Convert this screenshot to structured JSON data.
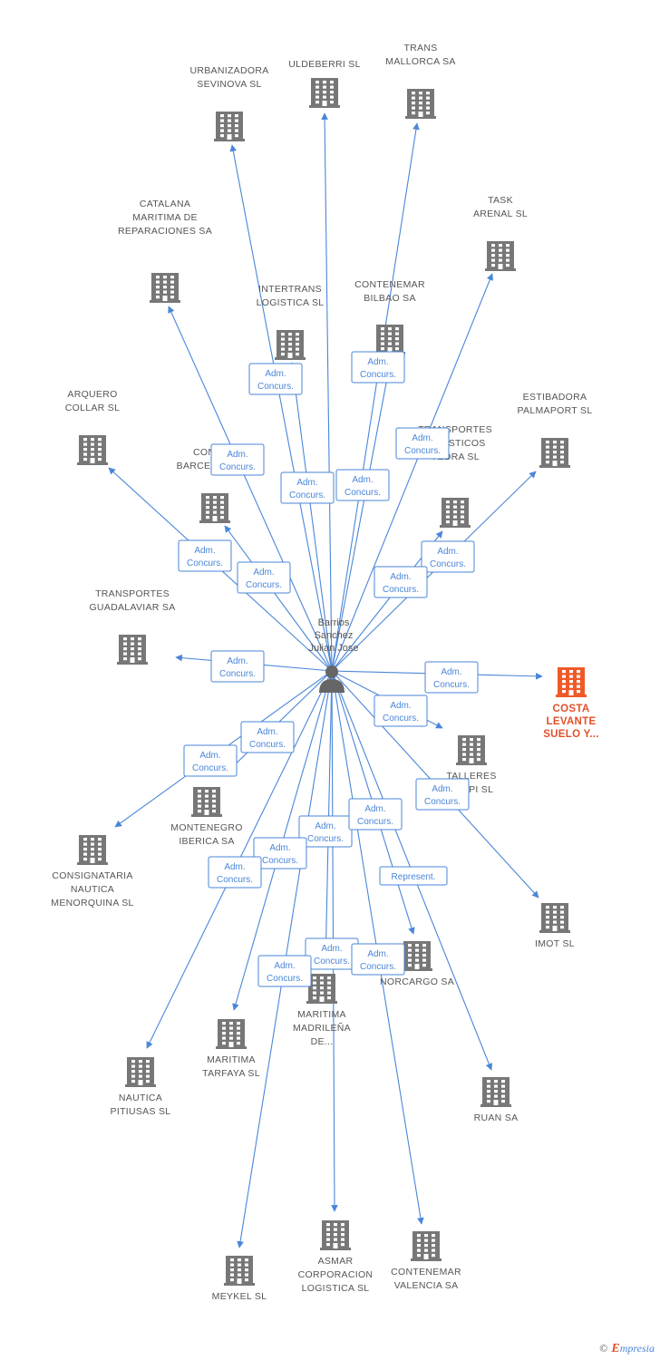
{
  "colors": {
    "edge": "#4a86d8",
    "company": "#777777",
    "focus_company": "#f05a28",
    "person": "#666666",
    "text": "#555555"
  },
  "center": {
    "label": [
      "Barrios",
      "Sanchez",
      "Julian Jose"
    ],
    "icon": "person-icon"
  },
  "companies": [
    {
      "id": "uldeberri",
      "label": [
        "ULDEBERRI SL"
      ]
    },
    {
      "id": "trans-mallorca",
      "label": [
        "TRANS",
        "MALLORCA SA"
      ]
    },
    {
      "id": "urbanizadora",
      "label": [
        "URBANIZADORA",
        "SEVINOVA SL"
      ]
    },
    {
      "id": "task-arenal",
      "label": [
        "TASK",
        "ARENAL SL"
      ]
    },
    {
      "id": "catalana",
      "label": [
        "CATALANA",
        "MARITIMA DE",
        "REPARACIONES SA"
      ]
    },
    {
      "id": "intertrans",
      "label": [
        "INTERTRANS",
        "LOGISTICA SL"
      ]
    },
    {
      "id": "contenemar-bilbao",
      "label": [
        "CONTENEMAR",
        "BILBAO SA"
      ]
    },
    {
      "id": "arquero",
      "label": [
        "ARQUERO",
        "COLLAR SL"
      ]
    },
    {
      "id": "estibadora",
      "label": [
        "ESTIBADORA",
        "PALMAPORT SL"
      ]
    },
    {
      "id": "cont-barcelona",
      "label": [
        "CONTE...",
        "BARCELONA SA"
      ]
    },
    {
      "id": "transportes-vedra",
      "label": [
        "TRANSPORTES",
        "LOGISTICOS",
        "VEDRA SL"
      ]
    },
    {
      "id": "guadalaviar",
      "label": [
        "TRANSPORTES",
        "GUADALAVIAR SA"
      ]
    },
    {
      "id": "costa-levante",
      "label": [
        "COSTA",
        "LEVANTE",
        "SUELO Y..."
      ],
      "focus": true
    },
    {
      "id": "talleres",
      "label": [
        "TALLERES",
        "...O PI SL"
      ]
    },
    {
      "id": "montenegro",
      "label": [
        "MONTENEGRO",
        "IBERICA SA"
      ]
    },
    {
      "id": "consignataria",
      "label": [
        "CONSIGNATARIA",
        "NAUTICA",
        "MENORQUINA SL"
      ]
    },
    {
      "id": "imot",
      "label": [
        "IMOT SL"
      ]
    },
    {
      "id": "norcargo",
      "label": [
        "NORCARGO SA"
      ]
    },
    {
      "id": "maritima-madrilena",
      "label": [
        "MARITIMA",
        "MADRILEÑA",
        "DE..."
      ]
    },
    {
      "id": "maritima-tarfaya",
      "label": [
        "MARITIMA",
        "TARFAYA SL"
      ]
    },
    {
      "id": "nautica-pitiusas",
      "label": [
        "NAUTICA",
        "PITIUSAS SL"
      ]
    },
    {
      "id": "ruan",
      "label": [
        "RUAN SA"
      ]
    },
    {
      "id": "asmar",
      "label": [
        "ASMAR",
        "CORPORACION",
        "LOGISTICA SL"
      ]
    },
    {
      "id": "contenemar-valencia",
      "label": [
        "CONTENEMAR",
        "VALENCIA SA"
      ]
    },
    {
      "id": "meykel",
      "label": [
        "MEYKEL SL"
      ]
    }
  ],
  "relations": [
    {
      "to": "urbanizadora",
      "label": [
        "Adm.",
        "Concurs."
      ]
    },
    {
      "to": "uldeberri",
      "label": [
        "Adm.",
        "Concurs."
      ]
    },
    {
      "to": "trans-mallorca",
      "label": [
        "Adm.",
        "Concurs."
      ]
    },
    {
      "to": "task-arenal",
      "label": [
        "Adm.",
        "Concurs."
      ]
    },
    {
      "to": "catalana",
      "label": [
        "Adm.",
        "Concurs."
      ]
    },
    {
      "to": "intertrans",
      "label": [
        "Adm.",
        "Concurs."
      ]
    },
    {
      "to": "contenemar-bilbao",
      "label": [
        "Adm.",
        "Concurs."
      ]
    },
    {
      "to": "arquero",
      "label": [
        "Adm.",
        "Concurs."
      ]
    },
    {
      "to": "estibadora",
      "label": [
        "Adm.",
        "Concurs."
      ]
    },
    {
      "to": "cont-barcelona",
      "label": [
        "Adm.",
        "Concurs."
      ]
    },
    {
      "to": "transportes-vedra",
      "label": [
        "Adm.",
        "Concurs."
      ]
    },
    {
      "to": "guadalaviar",
      "label": [
        "Adm.",
        "Concurs."
      ]
    },
    {
      "to": "costa-levante",
      "label": [
        "Adm.",
        "Concurs."
      ]
    },
    {
      "to": "talleres",
      "label": [
        "Adm.",
        "Concurs."
      ]
    },
    {
      "to": "montenegro",
      "label": [
        "Adm.",
        "Concurs."
      ]
    },
    {
      "to": "consignataria",
      "label": [
        "Adm.",
        "Concurs."
      ]
    },
    {
      "to": "imot",
      "label": [
        "Adm.",
        "Concurs."
      ]
    },
    {
      "to": "norcargo",
      "label": [
        "Represent."
      ]
    },
    {
      "to": "maritima-madrilena",
      "label": [
        "Adm.",
        "Concurs."
      ]
    },
    {
      "to": "maritima-tarfaya",
      "label": [
        "Adm.",
        "Concurs."
      ]
    },
    {
      "to": "nautica-pitiusas",
      "label": [
        "Adm.",
        "Concurs."
      ]
    },
    {
      "to": "ruan",
      "label": [
        "Adm.",
        "Concurs."
      ]
    },
    {
      "to": "asmar",
      "label": [
        "Adm.",
        "Concurs."
      ]
    },
    {
      "to": "contenemar-valencia",
      "label": [
        "Adm.",
        "Concurs."
      ]
    },
    {
      "to": "meykel",
      "label": [
        "Adm.",
        "Concurs."
      ]
    }
  ],
  "footer": {
    "copyright": "©",
    "brand_initial": "E",
    "brand_rest": "mpresia"
  }
}
